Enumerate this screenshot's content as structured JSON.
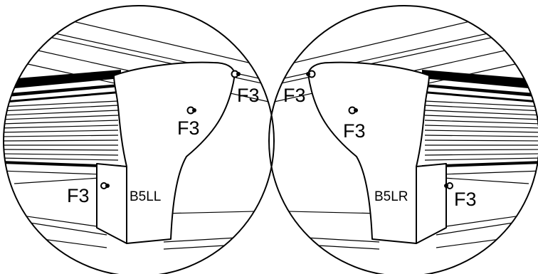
{
  "diagram": {
    "left_detail": {
      "part_label": "B5LL",
      "fastener_labels": [
        "F3",
        "F3",
        "F3"
      ]
    },
    "right_detail": {
      "part_label": "B5LR",
      "fastener_labels": [
        "F3",
        "F3",
        "F3"
      ]
    }
  }
}
